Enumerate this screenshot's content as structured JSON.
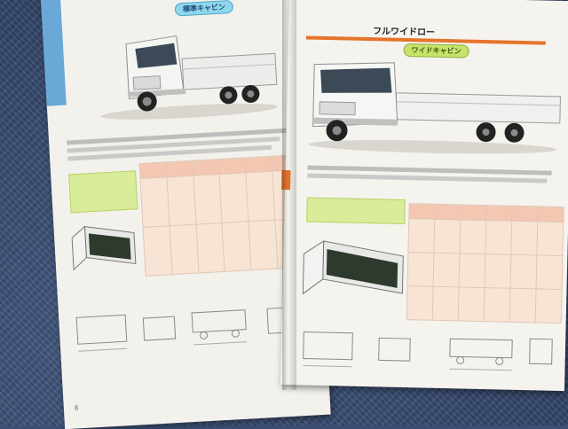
{
  "scene": "Open Japanese truck catalog (brochure) lying on a dark blue textured blanket",
  "colors": {
    "blanket": "#3b4f76",
    "paper": "#f3f1ec",
    "accent_orange": "#e5742a",
    "table_header": "#f3c7b2",
    "table_body": "#f7e4d4",
    "highlight_green": "#d9ec9a",
    "pill_blue": "#8fd6ec",
    "pill_green": "#c9e26a"
  },
  "left_page": {
    "label_pill": "標準キャビン",
    "page_number": "8"
  },
  "right_page": {
    "title": "フルワイドロー",
    "label_pill": "ワイドキャビン"
  }
}
